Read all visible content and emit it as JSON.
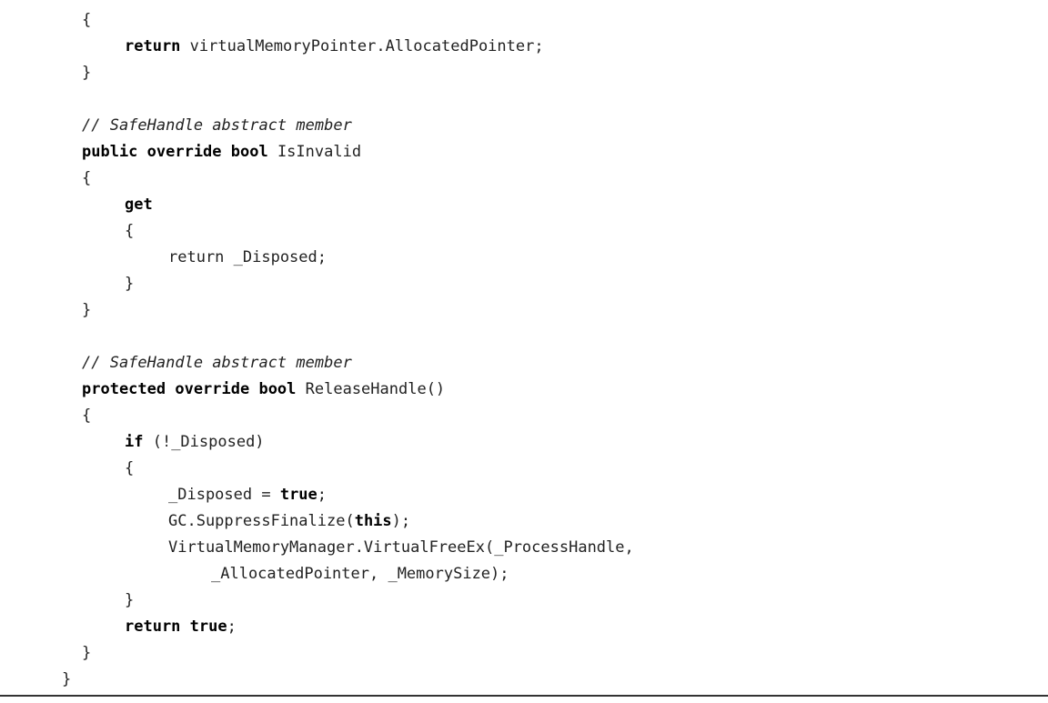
{
  "code_lines": [
    {
      "indent": 1,
      "segments": [
        {
          "t": "{"
        }
      ]
    },
    {
      "indent": 2,
      "segments": [
        {
          "t": "return",
          "s": "b"
        },
        {
          "t": " virtualMemoryPointer.AllocatedPointer;"
        }
      ]
    },
    {
      "indent": 1,
      "segments": [
        {
          "t": "}"
        }
      ]
    },
    {
      "indent": 1,
      "segments": []
    },
    {
      "indent": 1,
      "segments": [
        {
          "t": "// SafeHandle abstract member",
          "s": "i"
        }
      ]
    },
    {
      "indent": 1,
      "segments": [
        {
          "t": "public override bool",
          "s": "b"
        },
        {
          "t": " IsInvalid"
        }
      ]
    },
    {
      "indent": 1,
      "segments": [
        {
          "t": "{"
        }
      ]
    },
    {
      "indent": 2,
      "segments": [
        {
          "t": "get",
          "s": "b"
        }
      ]
    },
    {
      "indent": 2,
      "segments": [
        {
          "t": "{"
        }
      ]
    },
    {
      "indent": 3,
      "segments": [
        {
          "t": "return _Disposed;"
        }
      ]
    },
    {
      "indent": 2,
      "segments": [
        {
          "t": "}"
        }
      ]
    },
    {
      "indent": 1,
      "segments": [
        {
          "t": "}"
        }
      ]
    },
    {
      "indent": 1,
      "segments": []
    },
    {
      "indent": 1,
      "segments": [
        {
          "t": "// SafeHandle abstract member",
          "s": "i"
        }
      ]
    },
    {
      "indent": 1,
      "segments": [
        {
          "t": "protected override bool",
          "s": "b"
        },
        {
          "t": " ReleaseHandle()"
        }
      ]
    },
    {
      "indent": 1,
      "segments": [
        {
          "t": "{"
        }
      ]
    },
    {
      "indent": 2,
      "segments": [
        {
          "t": "if",
          "s": "b"
        },
        {
          "t": " (!_Disposed)"
        }
      ]
    },
    {
      "indent": 2,
      "segments": [
        {
          "t": "{"
        }
      ]
    },
    {
      "indent": 3,
      "segments": [
        {
          "t": "_Disposed = "
        },
        {
          "t": "true",
          "s": "b"
        },
        {
          "t": ";"
        }
      ]
    },
    {
      "indent": 3,
      "segments": [
        {
          "t": "GC.SuppressFinalize("
        },
        {
          "t": "this",
          "s": "b"
        },
        {
          "t": ");"
        }
      ]
    },
    {
      "indent": 3,
      "segments": [
        {
          "t": "VirtualMemoryManager.VirtualFreeEx(_ProcessHandle,"
        }
      ]
    },
    {
      "indent": 4,
      "segments": [
        {
          "t": "_AllocatedPointer, _MemorySize);"
        }
      ]
    },
    {
      "indent": 2,
      "segments": [
        {
          "t": "}"
        }
      ]
    },
    {
      "indent": 2,
      "segments": [
        {
          "t": "return true",
          "s": "b"
        },
        {
          "t": ";"
        }
      ]
    },
    {
      "indent": 1,
      "segments": [
        {
          "t": "}"
        }
      ]
    },
    {
      "indent": 0,
      "segments": [
        {
          "t": "}"
        }
      ]
    }
  ]
}
